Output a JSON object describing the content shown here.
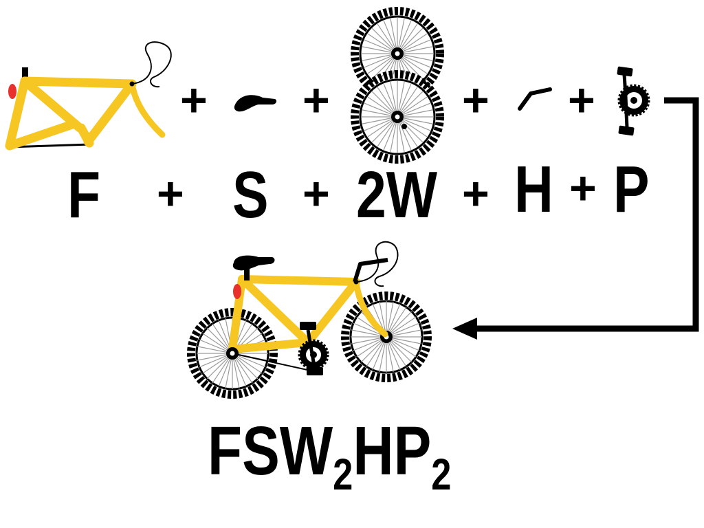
{
  "colors": {
    "frame": "#f6c623",
    "ink": "#000000",
    "reflector": "#e8302c",
    "spoke": "#9a9a9a",
    "rim": "#ffffff"
  },
  "icons": {
    "frame": "bicycle-frame-icon",
    "seat": "bicycle-seat-icon",
    "wheel": "bicycle-wheel-icon",
    "handlebar": "handlebar-icon",
    "pedal": "pedal-gear-icon",
    "bicycle": "bicycle-icon",
    "arrow": "flow-arrow-icon"
  },
  "plus_sign": "+",
  "symbols": {
    "frame": "F",
    "seat": "S",
    "wheels": "2W",
    "handlebar": "H",
    "pedals": "P"
  },
  "product": {
    "formula_main": "FSW",
    "subscript_w": "2",
    "formula_mid": "HP",
    "subscript_p": "2"
  }
}
